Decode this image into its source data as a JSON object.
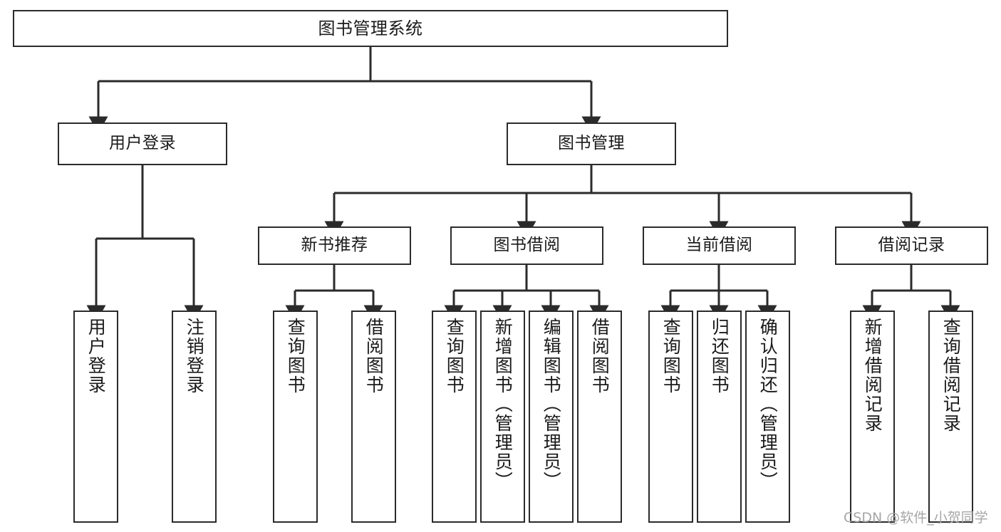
{
  "diagram": {
    "type": "tree",
    "title": "图书管理系统",
    "colors": {
      "background": "#ffffff",
      "node_fill": "#ffffff",
      "node_border": "#2b2b2b",
      "edge": "#2b2b2b",
      "text": "#1a1a1a",
      "watermark": "#a6a6a6"
    },
    "nodes": {
      "root": {
        "label": "图书管理系统"
      },
      "level2": [
        {
          "id": "user-login",
          "label": "用户登录"
        },
        {
          "id": "book-manage",
          "label": "图书管理"
        }
      ],
      "level3": [
        {
          "id": "new-book-recommend",
          "label": "新书推荐"
        },
        {
          "id": "book-borrow",
          "label": "图书借阅"
        },
        {
          "id": "current-borrow",
          "label": "当前借阅"
        },
        {
          "id": "borrow-record",
          "label": "借阅记录"
        }
      ],
      "leaves": [
        {
          "id": "leaf-user-login",
          "label": "用户登录",
          "parent": "user-login"
        },
        {
          "id": "leaf-logout",
          "label": "注销登录",
          "parent": "user-login"
        },
        {
          "id": "leaf-query-book-1",
          "label": "查询图书",
          "parent": "new-book-recommend"
        },
        {
          "id": "leaf-borrow-book-1",
          "label": "借阅图书",
          "parent": "new-book-recommend"
        },
        {
          "id": "leaf-query-book-2",
          "label": "查询图书",
          "parent": "book-borrow"
        },
        {
          "id": "leaf-add-book",
          "label": "新增图书（管理员）",
          "parent": "book-borrow"
        },
        {
          "id": "leaf-edit-book",
          "label": "编辑图书（管理员）",
          "parent": "book-borrow"
        },
        {
          "id": "leaf-borrow-book-2",
          "label": "借阅图书",
          "parent": "book-borrow"
        },
        {
          "id": "leaf-query-book-3",
          "label": "查询图书",
          "parent": "current-borrow"
        },
        {
          "id": "leaf-return-book",
          "label": "归还图书",
          "parent": "current-borrow"
        },
        {
          "id": "leaf-confirm-return",
          "label": "确认归还（管理员）",
          "parent": "current-borrow"
        },
        {
          "id": "leaf-add-record",
          "label": "新增借阅记录",
          "parent": "borrow-record"
        },
        {
          "id": "leaf-query-record",
          "label": "查询借阅记录",
          "parent": "borrow-record"
        }
      ]
    },
    "watermark": "CSDN @软件_小贺同学"
  }
}
